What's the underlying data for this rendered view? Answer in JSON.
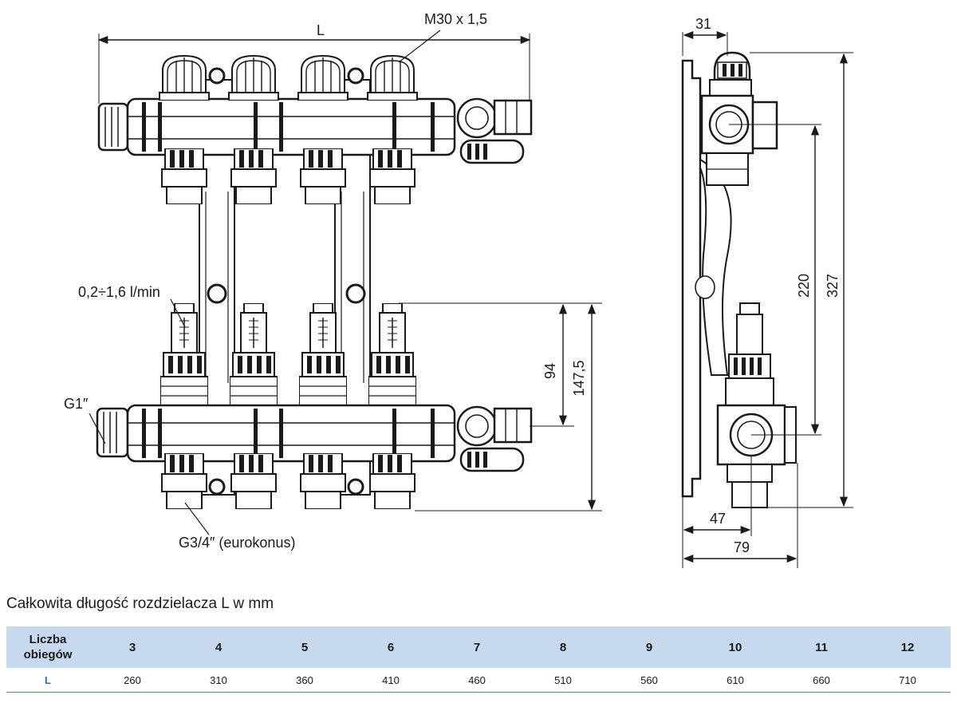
{
  "drawing": {
    "labels": {
      "length": "L",
      "thread_top": "M30 x 1,5",
      "flow_range": "0,2÷1,6 l/min",
      "inlet_thread": "G1″",
      "outlet_thread": "G3/4″ (eurokonus)",
      "dim_94": "94",
      "dim_147": "147,5",
      "dim_31": "31",
      "dim_220": "220",
      "dim_327": "327",
      "dim_47": "47",
      "dim_79": "79"
    }
  },
  "table": {
    "caption": "Całkowita długość rozdzielacza L w mm",
    "header_label_line1": "Liczba",
    "header_label_line2": "obiegów",
    "circuits": [
      "3",
      "4",
      "5",
      "6",
      "7",
      "8",
      "9",
      "10",
      "11",
      "12"
    ],
    "row_label": "L",
    "lengths": [
      "260",
      "310",
      "360",
      "410",
      "460",
      "510",
      "560",
      "610",
      "660",
      "710"
    ]
  },
  "colors": {
    "header_bg": "#c7d9ef",
    "accent_blue": "#2a6fc0",
    "rule_blue": "#4a8ad0"
  }
}
